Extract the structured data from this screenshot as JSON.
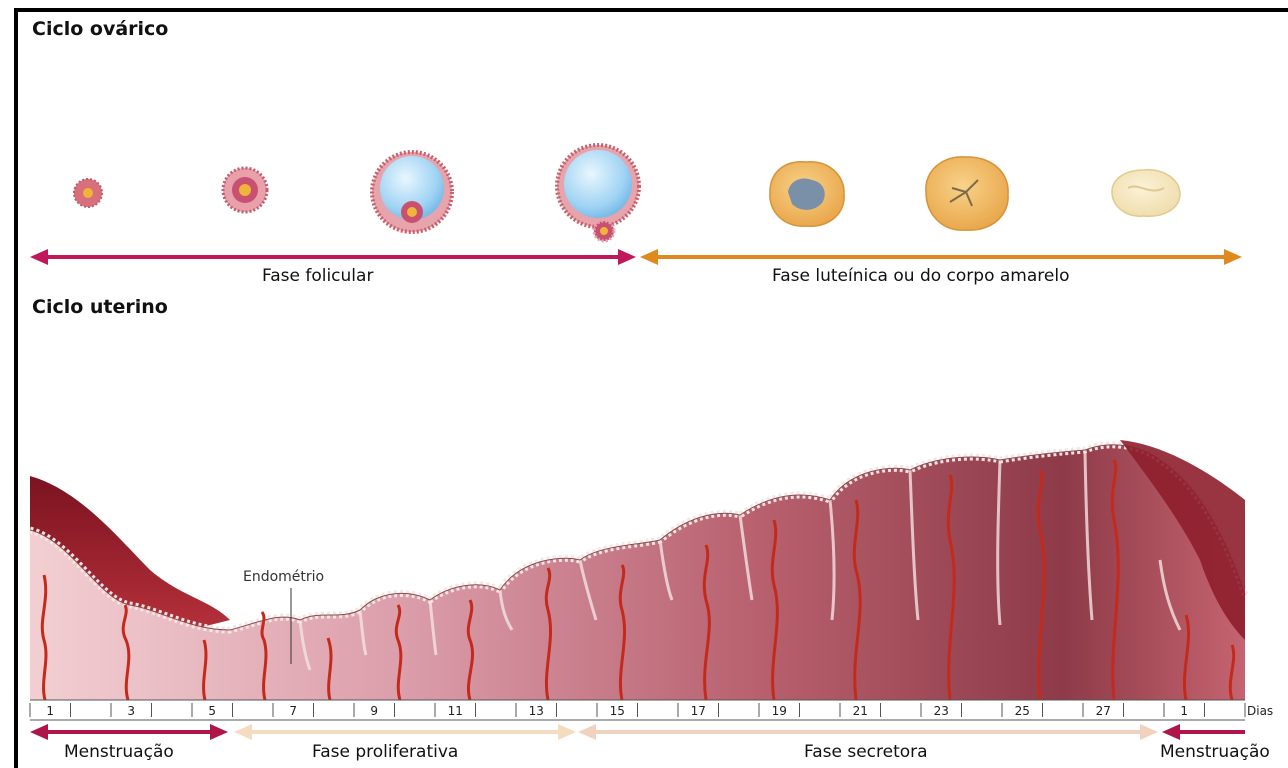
{
  "ovarian": {
    "title": "Ciclo ovárico",
    "follicular_label": "Fase folicular",
    "luteal_label": "Fase luteínica ou do corpo amarelo"
  },
  "uterine": {
    "title": "Ciclo uterino",
    "endometrium_label": "Endométrio",
    "days_label": "Dias",
    "days": [
      "1",
      "3",
      "5",
      "7",
      "9",
      "11",
      "13",
      "15",
      "17",
      "19",
      "21",
      "23",
      "25",
      "27",
      "1"
    ],
    "phases": {
      "menstruation": "Menstruação",
      "proliferative": "Fase proliferativa",
      "secretory": "Fase secretora",
      "menstruation_end": "Menstruação"
    }
  },
  "colors": {
    "follicular": "#c0185a",
    "luteal": "#e0891e",
    "menstruation": "#b0154a",
    "proliferative": "#f3dcc0",
    "secretory": "#f0d2be"
  }
}
